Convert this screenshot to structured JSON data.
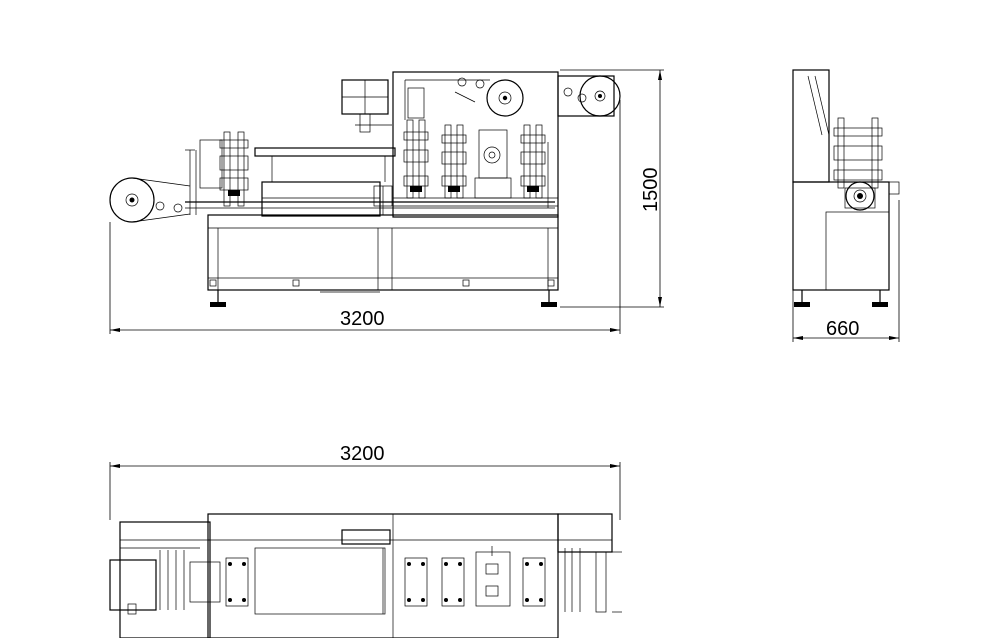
{
  "drawing": {
    "front_view": {
      "length_label": "3200",
      "height_label": "1500"
    },
    "side_view": {
      "width_label": "660"
    },
    "top_view": {
      "length_label": "3200"
    }
  }
}
